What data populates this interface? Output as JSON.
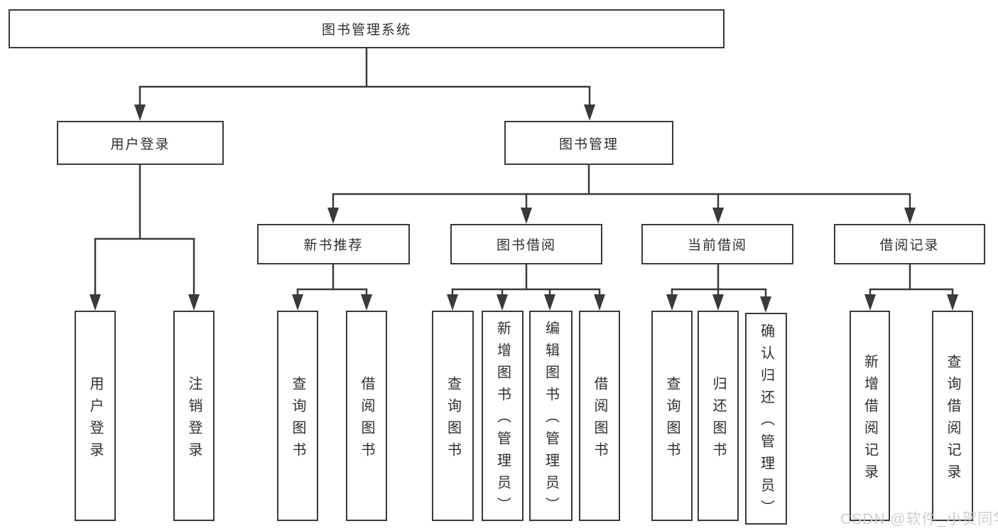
{
  "diagram": {
    "root": {
      "label": "图书管理系统"
    },
    "level2": {
      "user_login": {
        "label": "用户登录"
      },
      "book_management": {
        "label": "图书管理"
      }
    },
    "level3": {
      "new_book": {
        "label": "新书推荐"
      },
      "borrow": {
        "label": "图书借阅"
      },
      "current": {
        "label": "当前借阅"
      },
      "records": {
        "label": "借阅记录"
      }
    },
    "leaves": {
      "user_login": [
        {
          "label": "用户登录"
        },
        {
          "label": "注销登录"
        }
      ],
      "new_book": [
        {
          "label": "查询图书"
        },
        {
          "label": "借阅图书"
        }
      ],
      "borrow": [
        {
          "label": "查询图书"
        },
        {
          "label": "新增图书（管理员）"
        },
        {
          "label": "编辑图书（管理员）"
        },
        {
          "label": "借阅图书"
        }
      ],
      "current": [
        {
          "label": "查询图书"
        },
        {
          "label": "归还图书"
        },
        {
          "label": "确认归还（管理员）"
        }
      ],
      "records": [
        {
          "label": "新增借阅记录"
        },
        {
          "label": "查询借阅记录"
        }
      ]
    }
  },
  "watermark": {
    "text": "CSDN @软件_小贺同学"
  },
  "colors": {
    "line": "#3a3a3c",
    "box_border": "#3a3a3c",
    "box_fill": "#ffffff",
    "text": "#2f2f31",
    "watermark": "#cccccc",
    "background": "#ffffff"
  }
}
